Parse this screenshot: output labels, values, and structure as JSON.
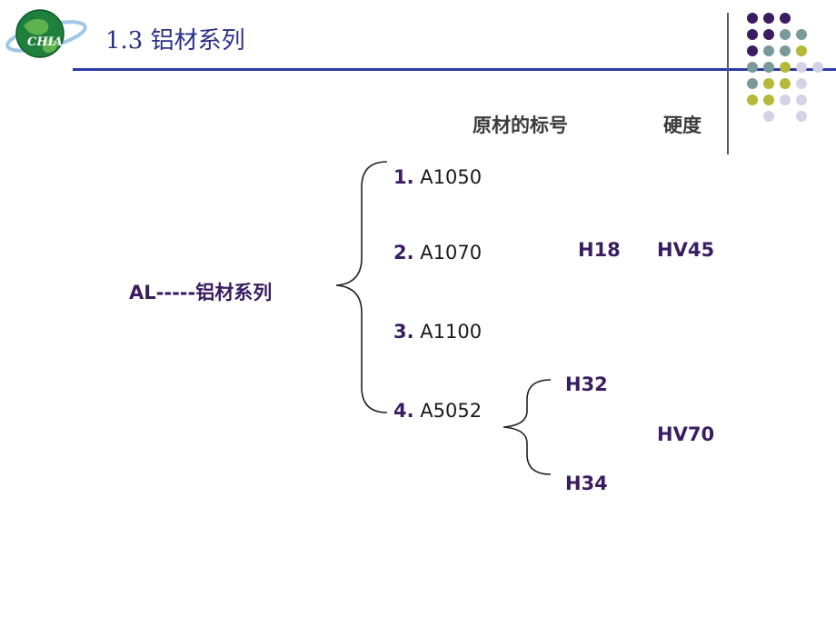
{
  "slide": {
    "title": "1.3  铝材系列",
    "logo": {
      "text": "CHIA",
      "icon": "globe-icon"
    }
  },
  "headers": {
    "material": "原材的标号",
    "hardness": "硬度"
  },
  "root_label": "AL-----铝材系列",
  "items": [
    {
      "number": "1.",
      "code": "A1050"
    },
    {
      "number": "2.",
      "code": "A1070"
    },
    {
      "number": "3.",
      "code": "A1100"
    },
    {
      "number": "4.",
      "code": "A5052"
    }
  ],
  "temper": {
    "a1070": "H18",
    "a5052_upper": "H32",
    "a5052_lower": "H34"
  },
  "hardness": {
    "a1070": "HV45",
    "a5052": "HV70"
  },
  "colors": {
    "title": "#2b2f86",
    "rule": "#2b3aa8",
    "purple": "#3a1d60",
    "teal": "#7a9a9a",
    "olive": "#b5b93a",
    "lavender": "#d4d2e6"
  }
}
